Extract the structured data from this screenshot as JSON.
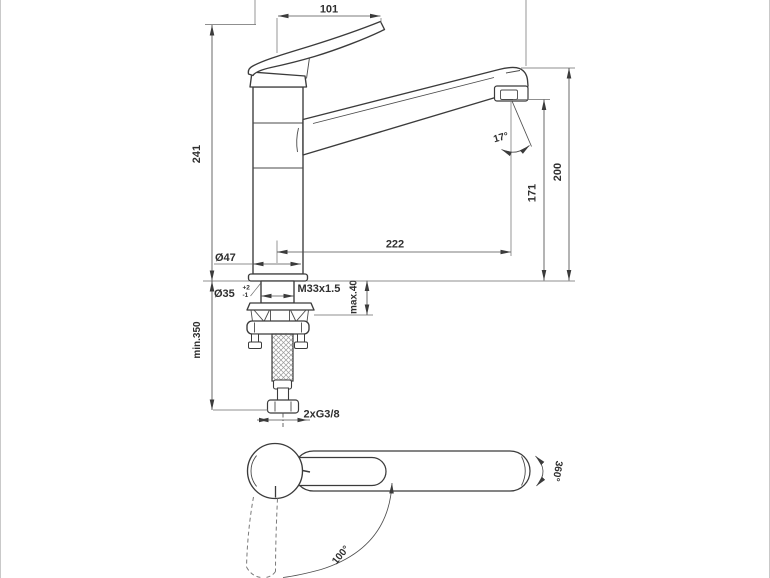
{
  "drawing": {
    "side_view": {
      "handle_projection": "101",
      "height_to_handle_top": "241",
      "body_diameter": "Ø47",
      "mounting_hole_diameter": "Ø35",
      "hole_tolerance_upper": "+2",
      "hole_tolerance_lower": "-1",
      "shank_thread": "M33x1.5",
      "max_deck_thickness": "max.40",
      "min_hose_clearance": "min.350",
      "hose_connections": "2xG3/8",
      "spout_reach": "222",
      "outlet_height": "171",
      "spout_tip_height": "200",
      "outlet_angle": "17°"
    },
    "plan_view": {
      "handle_swing_angle": "100°",
      "spout_swivel_angle": "360°"
    },
    "colors": {
      "line": "#3b3b3b",
      "background": "#ffffff"
    }
  }
}
